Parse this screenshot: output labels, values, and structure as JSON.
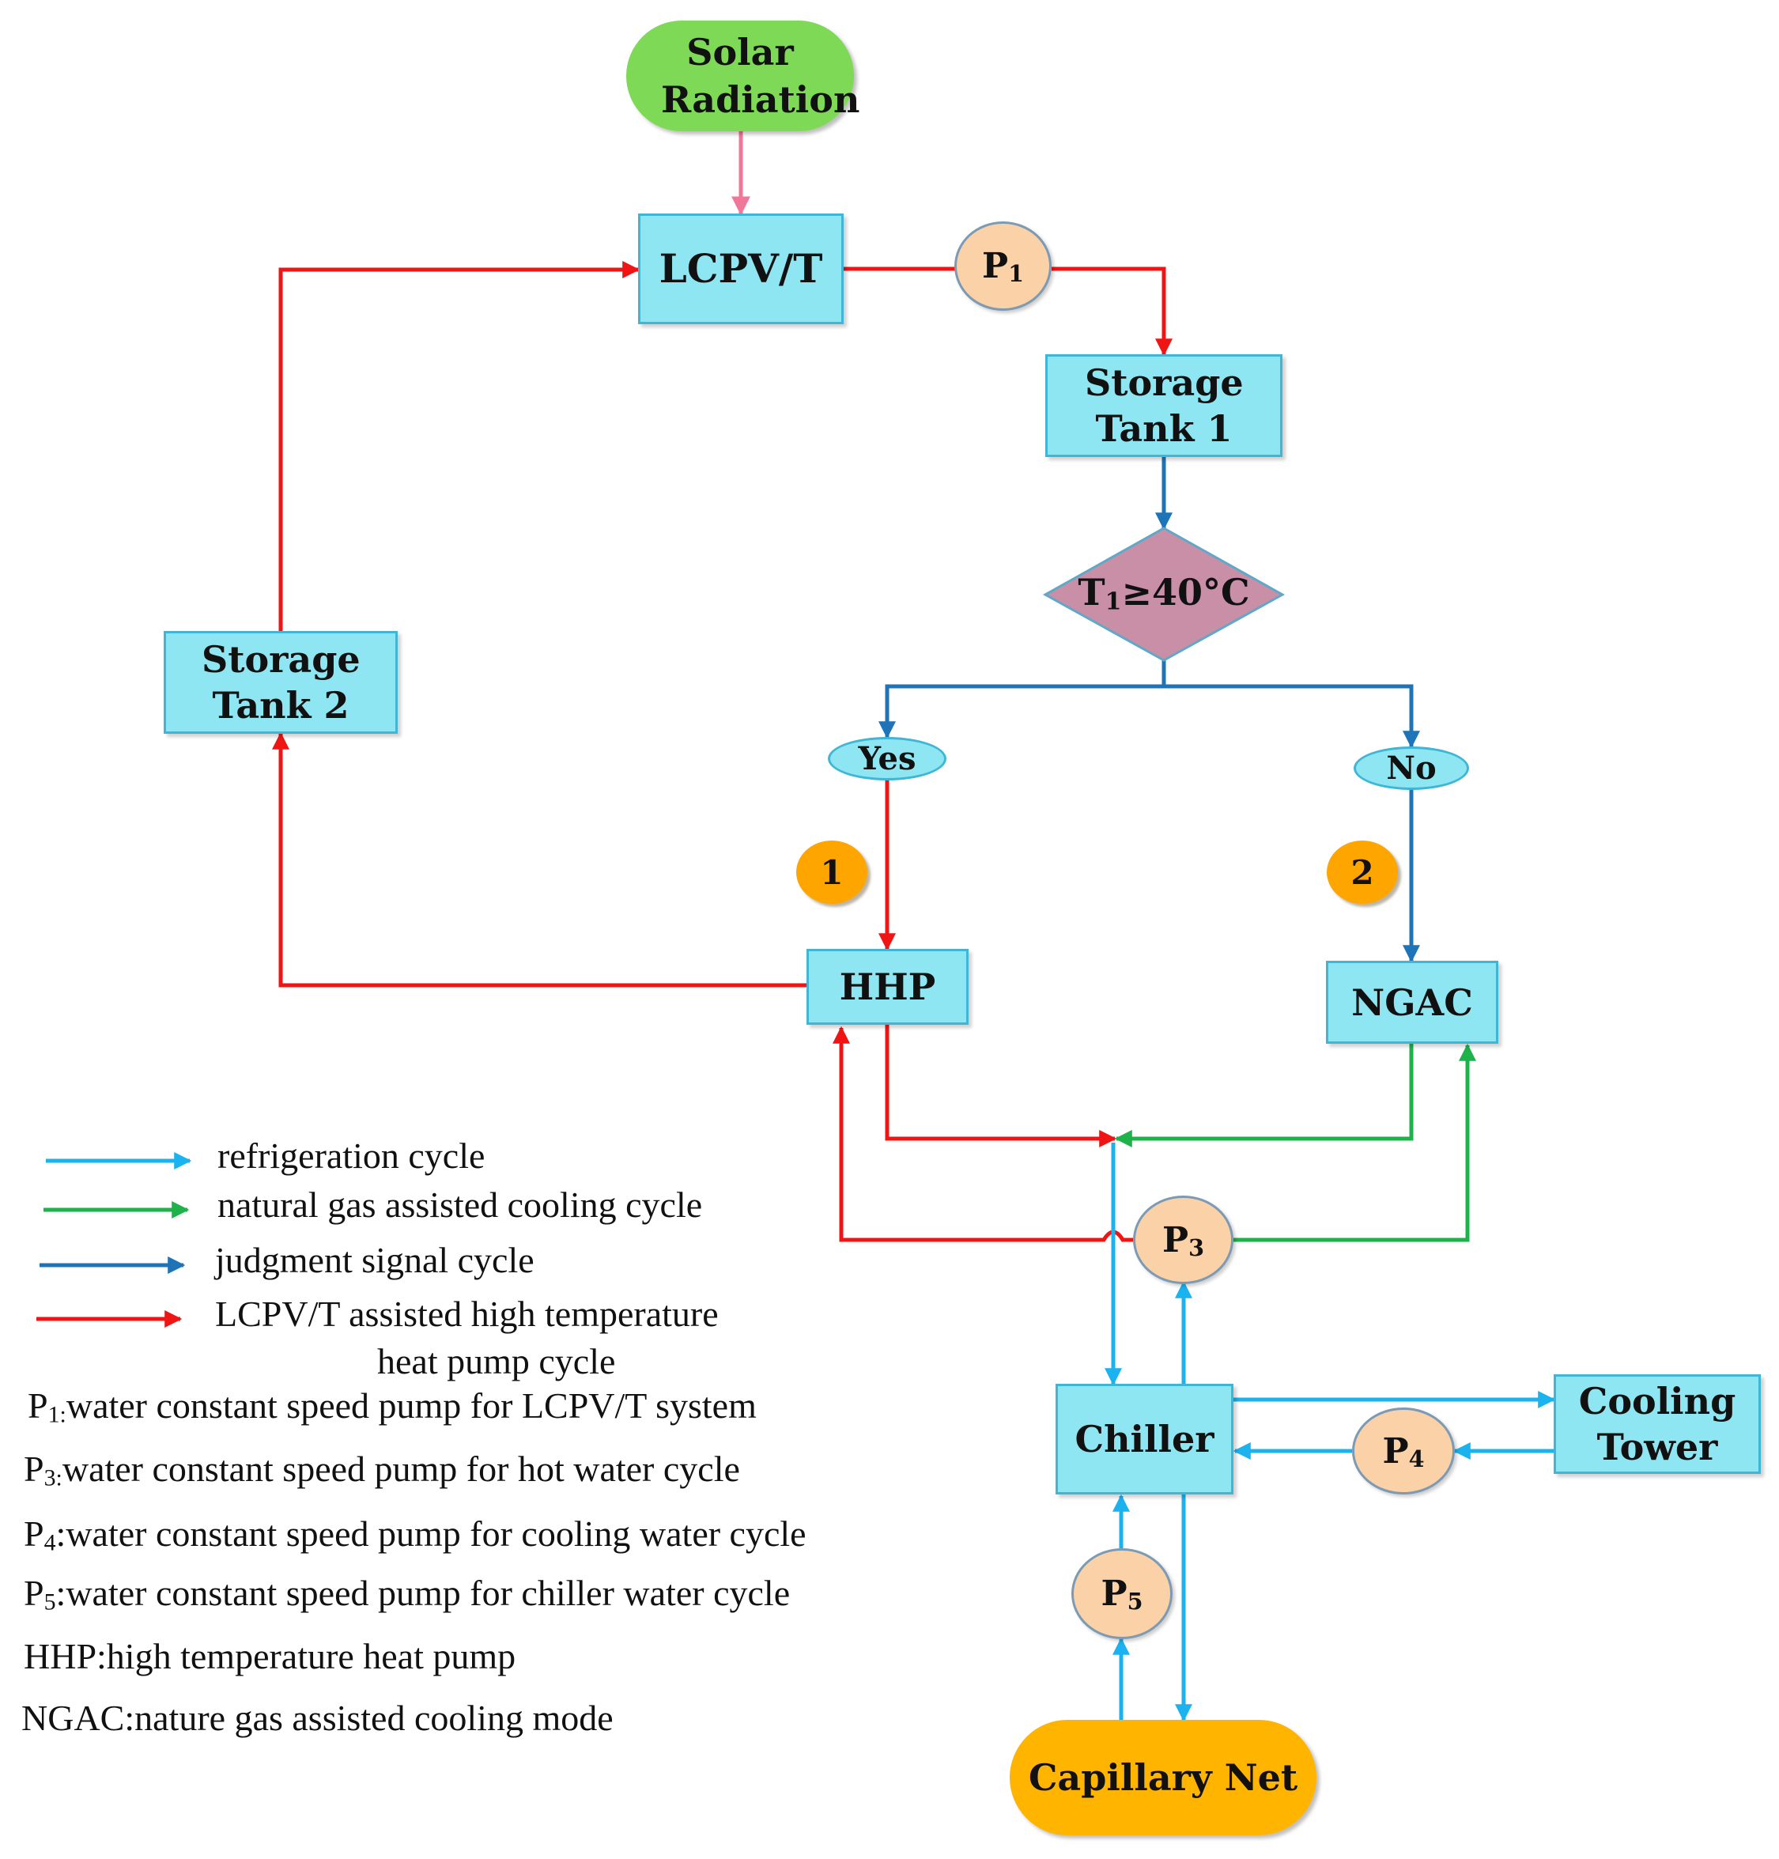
{
  "nodes": {
    "solar_radiation": "Solar Radiation",
    "lcpvt": "LCPV/T",
    "storage_tank_1": "Storage Tank 1",
    "storage_tank_2": "Storage Tank 2",
    "decision": {
      "prefix": "T",
      "sub": "1",
      "suffix": "≥40°C"
    },
    "yes": "Yes",
    "no": "No",
    "hhp": "HHP",
    "ngac": "NGAC",
    "chiller": "Chiller",
    "cooling_tower": "Cooling Tower",
    "capillary_net": "Capillary Net",
    "badge_1": "1",
    "badge_2": "2"
  },
  "pumps": {
    "p1": {
      "letter": "P",
      "sub": "1"
    },
    "p3": {
      "letter": "P",
      "sub": "3"
    },
    "p4": {
      "letter": "P",
      "sub": "4"
    },
    "p5": {
      "letter": "P",
      "sub": "5"
    }
  },
  "legend": {
    "refrigeration": "refrigeration cycle",
    "natural_gas": "natural gas assisted cooling cycle",
    "judgment": "judgment signal cycle",
    "lcpvt_line1": "LCPV/T assisted high temperature",
    "lcpvt_line2": "heat pump cycle"
  },
  "definitions": [
    {
      "term": "P",
      "sub": "1:",
      "text": "water constant speed pump for LCPV/T system"
    },
    {
      "term": "P",
      "sub": "3:",
      "text": "water constant speed pump for hot water cycle"
    },
    {
      "term": "P",
      "sub": "4",
      "text": ":water constant speed pump for cooling water cycle"
    },
    {
      "term": "P",
      "sub": "5",
      "text": ":water constant speed pump for chiller water cycle"
    },
    {
      "term": "HHP",
      "sub": "",
      "text": ":high temperature heat pump"
    },
    {
      "term": "NGAC",
      "sub": "",
      "text": ":nature gas assisted cooling mode"
    }
  ],
  "colors": {
    "refrigeration": "#1ab2ef",
    "natural_gas": "#1db24a",
    "judgment": "#1f74b8",
    "lcpvt_cycle": "#f01414",
    "solar_input": "#f0779a",
    "box_fill": "#8ee6f2",
    "pump_fill": "#fbd2a8",
    "decision_fill": "#c98fa6"
  }
}
